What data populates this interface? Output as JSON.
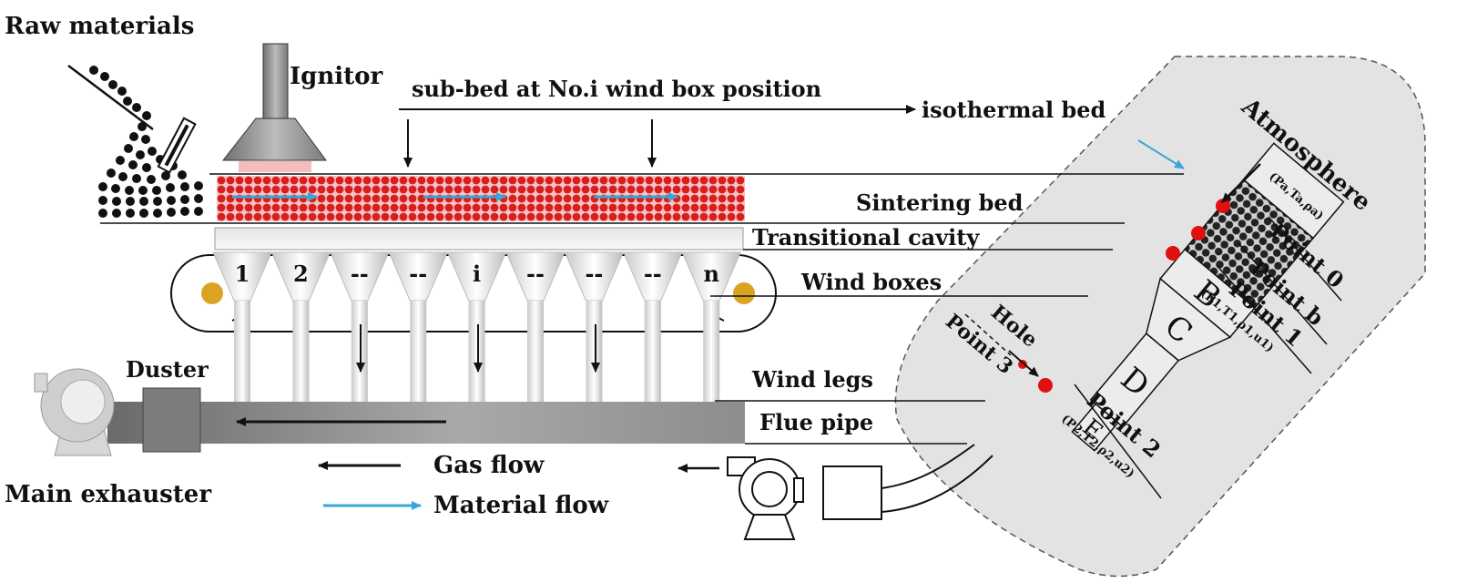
{
  "labels": {
    "raw_materials": "Raw materials",
    "ignitor": "Ignitor",
    "sub_bed": "sub-bed at No.i wind box position",
    "isothermal_bed": "isothermal bed",
    "sintering_bed": "Sintering bed",
    "transitional_cavity": "Transitional cavity",
    "wind_boxes": "Wind boxes",
    "wind_legs": "Wind legs",
    "flue_pipe": "Flue pipe",
    "duster": "Duster",
    "main_exhauster": "Main exhauster",
    "gas_flow": "Gas flow",
    "material_flow": "Material flow"
  },
  "wind_box_labels": [
    "1",
    "2",
    "--",
    "--",
    "i",
    "--",
    "--",
    "--",
    "n"
  ],
  "inset": {
    "atmosphere": "Atmosphere",
    "atmosphere_params": "(Pa,Ta,ρa)",
    "point0": "Point 0",
    "pointb": "Point b",
    "point1": "Point 1",
    "point1_params": "(P1,T1,ρ1,u1)",
    "point2": "Point 2",
    "point2_params": "(P2,T2,ρ2,u2)",
    "point3": "Point 3",
    "hole": "Hole",
    "sections": [
      "B",
      "C",
      "D",
      "E"
    ]
  },
  "colors": {
    "bed_red": "#d81e1e",
    "material_flow_blue": "#3aa6d8",
    "wheel_gold": "#d9a520",
    "inset_gray": "#e3e3e3",
    "dark_bed": "#222222"
  }
}
